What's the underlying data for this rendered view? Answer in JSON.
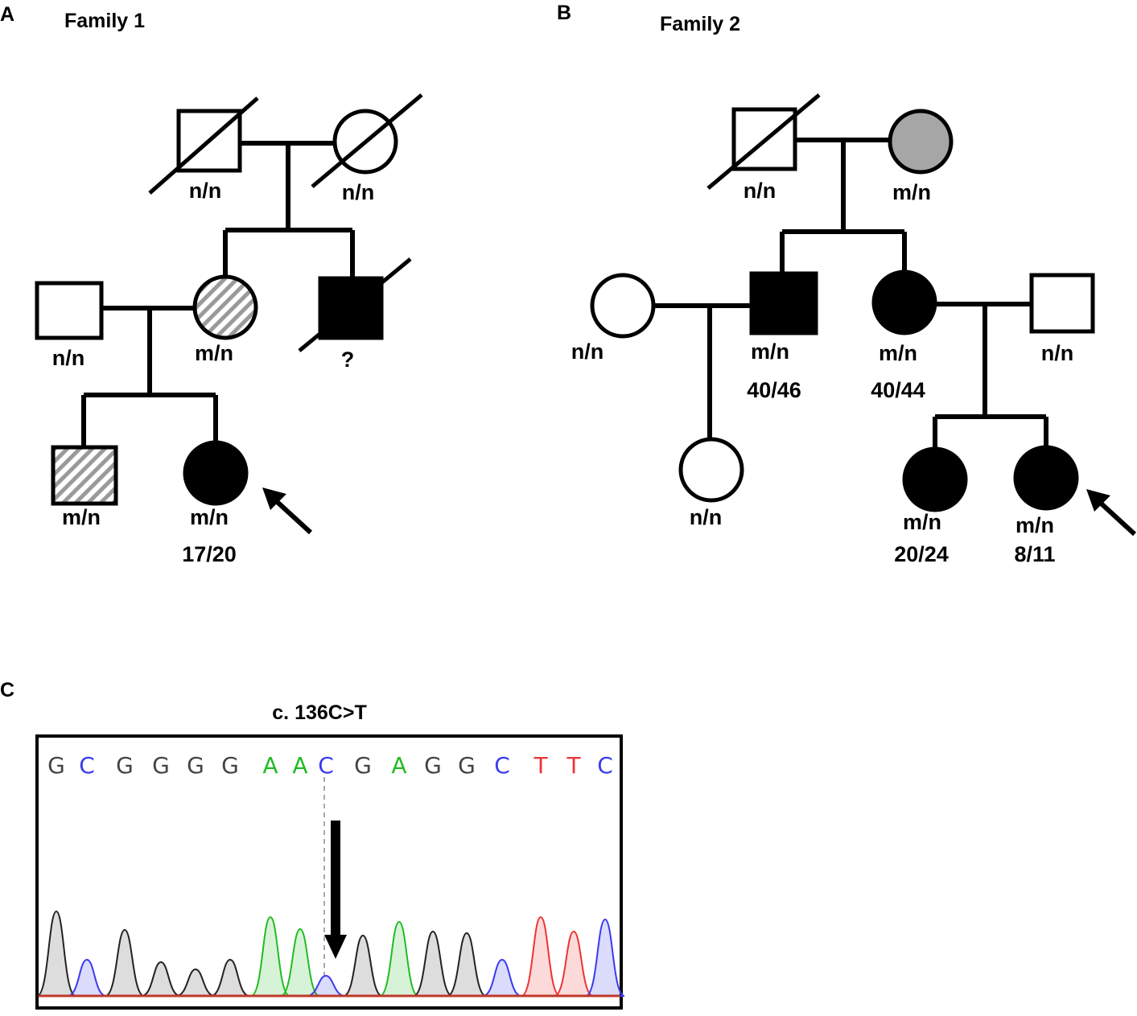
{
  "panels": {
    "a": {
      "letter": "A",
      "title": "Family 1"
    },
    "b": {
      "letter": "B",
      "title": "Family 2"
    },
    "c": {
      "letter": "C",
      "title": "c. 136C>T"
    }
  },
  "family1": {
    "grandfather": "n/n",
    "grandmother": "n/n",
    "father": "n/n",
    "mother": "m/n",
    "uncle": "?",
    "brother": "m/n",
    "proband": "m/n",
    "proband_age": "17/20"
  },
  "family2": {
    "grandfather": "n/n",
    "grandmother": "m/n",
    "aunt_spouse": "n/n",
    "uncle": "m/n",
    "uncle_age": "40/46",
    "mother": "m/n",
    "mother_age": "40/44",
    "father": "n/n",
    "cousin": "n/n",
    "sister": "m/n",
    "sister_age": "20/24",
    "proband": "m/n",
    "proband_age": "8/11"
  },
  "sequence": {
    "bases": [
      "G",
      "C",
      "G",
      "G",
      "G",
      "G",
      "A",
      "A",
      "C",
      "G",
      "A",
      "G",
      "G",
      "C",
      "T",
      "T",
      "C"
    ],
    "colors": {
      "G": "#444444",
      "C": "#3a3af0",
      "A": "#22bb22",
      "T": "#ee3333"
    }
  }
}
